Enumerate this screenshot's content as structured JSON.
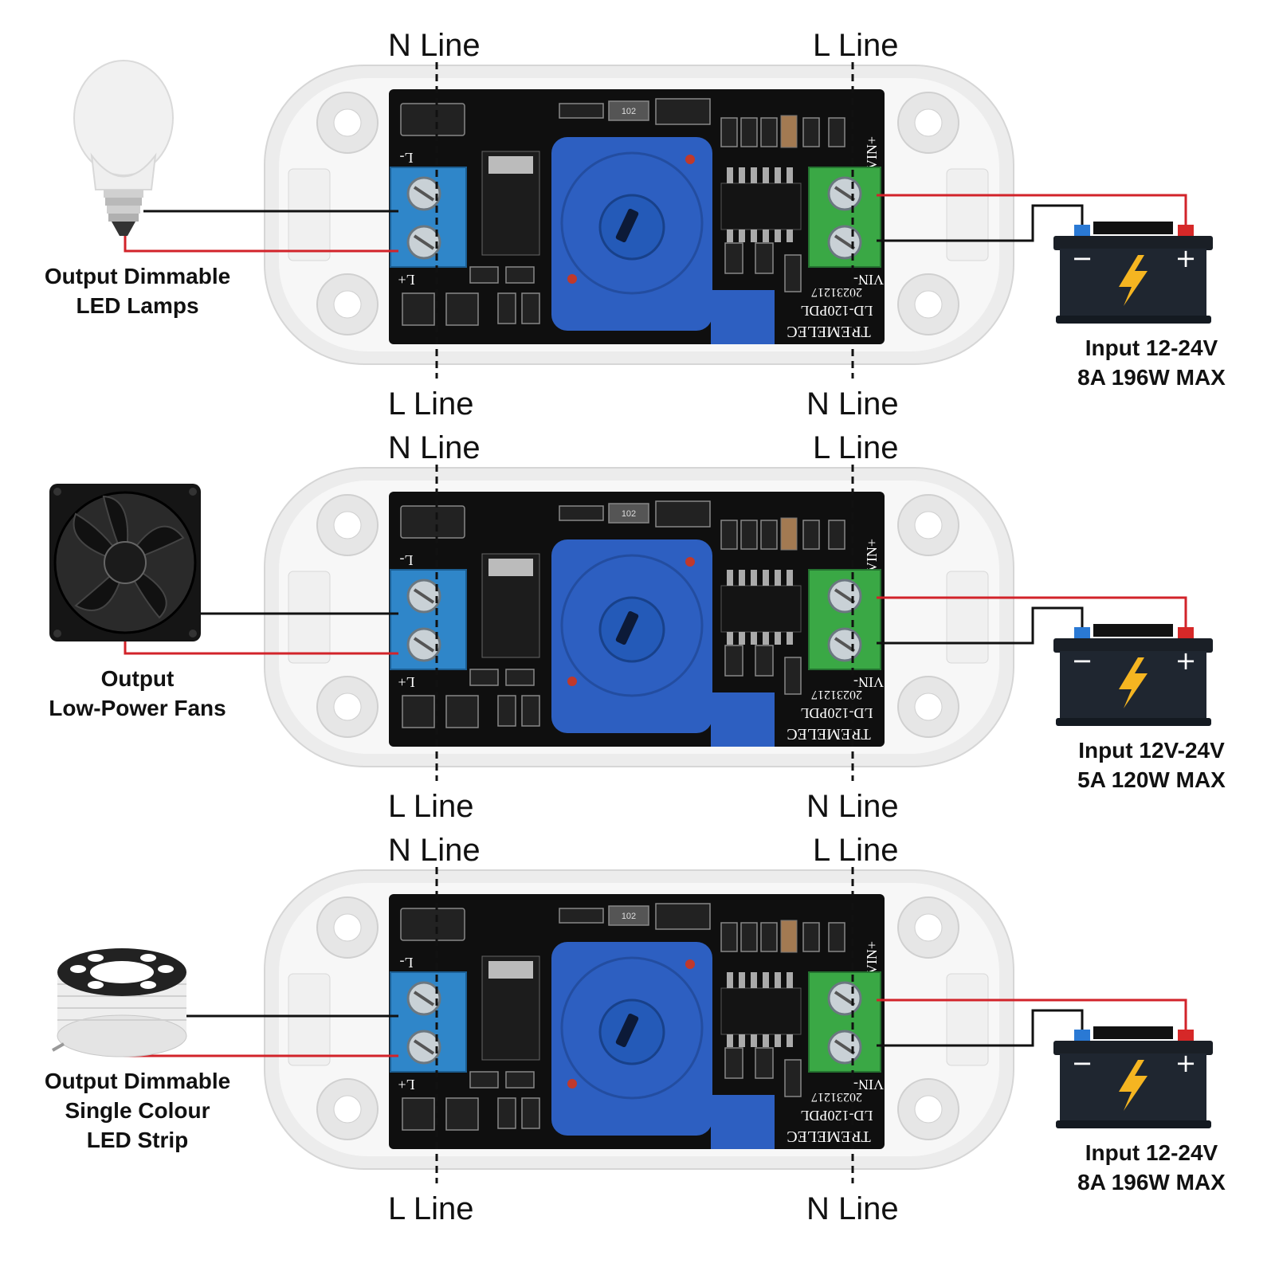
{
  "panels": [
    {
      "top_left_label": "N Line",
      "top_right_label": "L Line",
      "bottom_left_label": "L Line",
      "bottom_right_label": "N Line",
      "output_device": "bulb-icon",
      "output_lines": [
        "Output Dimmable",
        "LED Lamps"
      ],
      "input_lines": [
        "Input 12-24V",
        "8A 196W MAX"
      ],
      "board": {
        "vin_plus": "VIN+",
        "vin_minus": "VIN-",
        "model": "LD-120PDL",
        "brand": "TREMELEC",
        "date": "20231217",
        "resistor": "102",
        "l_minus": "L-",
        "l_plus": "L+"
      }
    },
    {
      "top_left_label": "N Line",
      "top_right_label": "L Line",
      "bottom_left_label": "L Line",
      "bottom_right_label": "N Line",
      "output_device": "fan-icon",
      "output_lines": [
        "Output",
        "Low-Power Fans"
      ],
      "input_lines": [
        "Input 12V-24V",
        "5A 120W MAX"
      ],
      "board": {
        "vin_plus": "VIN+",
        "vin_minus": "VIN-",
        "model": "LD-120PDL",
        "brand": "TREMELEC",
        "date": "20231217",
        "resistor": "102",
        "l_minus": "L-",
        "l_plus": "L+"
      }
    },
    {
      "top_left_label": "N Line",
      "top_right_label": "L Line",
      "bottom_left_label": "L Line",
      "bottom_right_label": "N Line",
      "output_device": "led-strip-icon",
      "output_lines": [
        "Output Dimmable",
        "Single Colour",
        "LED Strip"
      ],
      "input_lines": [
        "Input 12-24V",
        "8A 196W MAX"
      ],
      "board": {
        "vin_plus": "VIN+",
        "vin_minus": "VIN-",
        "model": "LD-120PDL",
        "brand": "TREMELEC",
        "date": "20231217",
        "resistor": "102",
        "l_minus": "L-",
        "l_plus": "L+"
      }
    }
  ],
  "battery": {
    "minus_symbol": "−",
    "plus_symbol": "+"
  },
  "colors": {
    "wire_red": "#d2232a",
    "wire_black": "#111111",
    "terminal_blue": "#2f86c9",
    "terminal_green": "#3aa845",
    "knob_blue": "#2d5fc1",
    "pcb": "#0f0f0f",
    "bolt": "#f5b521"
  }
}
